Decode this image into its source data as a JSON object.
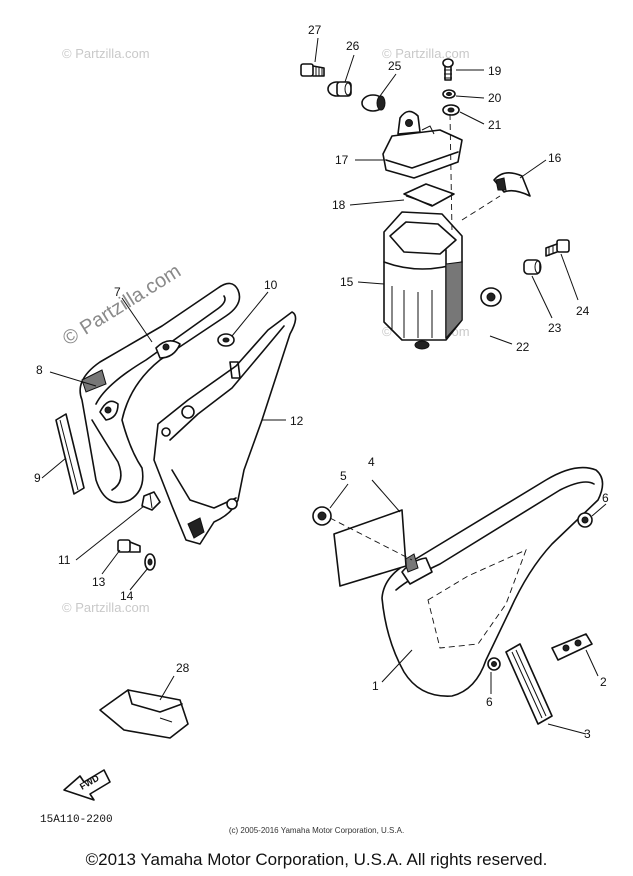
{
  "diagram": {
    "callouts": {
      "c1": "1",
      "c2": "2",
      "c3": "3",
      "c4": "4",
      "c5": "5",
      "c6a": "6",
      "c6b": "6",
      "c7": "7",
      "c8": "8",
      "c9": "9",
      "c10": "10",
      "c11": "11",
      "c12": "12",
      "c13": "13",
      "c14": "14",
      "c15": "15",
      "c16": "16",
      "c17": "17",
      "c18": "18",
      "c19": "19",
      "c20": "20",
      "c21": "21",
      "c22": "22",
      "c23": "23",
      "c24": "24",
      "c25": "25",
      "c26": "26",
      "c27": "27",
      "c28": "28"
    },
    "fwd_label": "FWD",
    "ref_code": "15A110-2200",
    "watermarks": {
      "big": "© Partzilla.com",
      "small": "© Partzilla.com"
    }
  },
  "footer": {
    "small_copyright": "(c) 2005-2016 Yamaha Motor Corporation, U.S.A.",
    "main_copyright": "©2013 Yamaha Motor Corporation, U.S.A. All rights reserved."
  }
}
